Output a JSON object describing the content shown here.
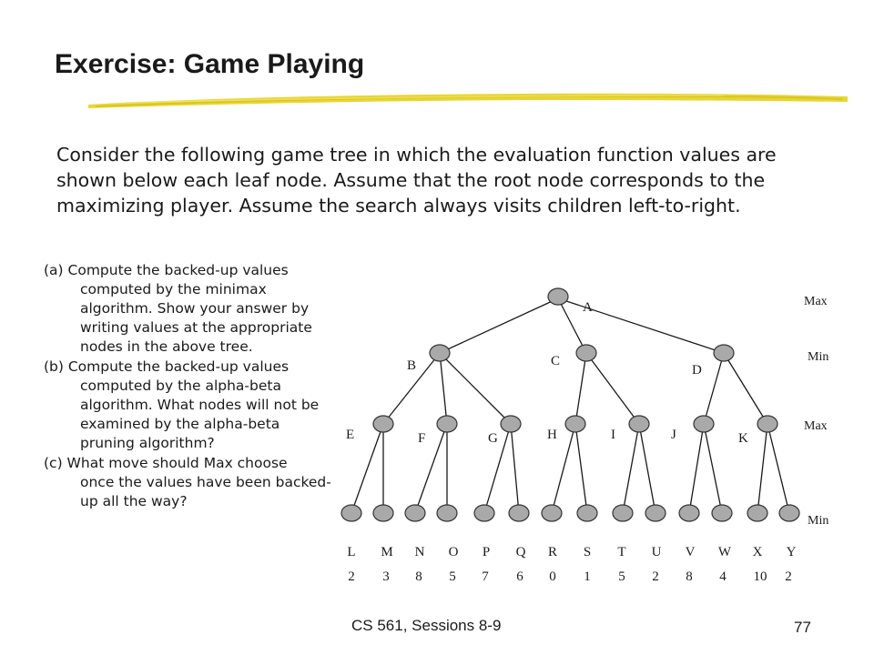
{
  "title": "Exercise: Game Playing",
  "intro": "Consider the following game tree in which the evaluation function values are shown below each leaf node.  Assume that the root node corresponds to the maximizing player.  Assume the search always visits children left-to-right.",
  "questions": [
    {
      "first": "(a) Compute the backed-up values",
      "rest": "computed by the minimax algorithm.  Show your answer by writing values at the appropriate nodes in the above tree."
    },
    {
      "first": "(b) Compute the backed-up values",
      "rest": "computed by the alpha-beta algorithm.  What nodes will not be examined by the alpha-beta pruning algorithm?"
    },
    {
      "first": "(c) What move should Max choose",
      "rest": "once the values have been backed-up all the way?"
    }
  ],
  "tree": {
    "levels": [
      "Max",
      "Min",
      "Max",
      "Min"
    ],
    "root": "A",
    "min_nodes": [
      "B",
      "C",
      "D"
    ],
    "max_nodes": [
      "E",
      "F",
      "G",
      "H",
      "I",
      "J",
      "K"
    ],
    "leaves": [
      {
        "label": "L",
        "value": "2"
      },
      {
        "label": "M",
        "value": "3"
      },
      {
        "label": "N",
        "value": "8"
      },
      {
        "label": "O",
        "value": "5"
      },
      {
        "label": "P",
        "value": "7"
      },
      {
        "label": "Q",
        "value": "6"
      },
      {
        "label": "R",
        "value": "0"
      },
      {
        "label": "S",
        "value": "1"
      },
      {
        "label": "T",
        "value": "5"
      },
      {
        "label": "U",
        "value": "2"
      },
      {
        "label": "V",
        "value": "8"
      },
      {
        "label": "W",
        "value": "4"
      },
      {
        "label": "X",
        "value": "10"
      },
      {
        "label": "Y",
        "value": "2"
      }
    ]
  },
  "footer": {
    "course": "CS 561,  Sessions 8-9",
    "page": "77"
  },
  "colors": {
    "node_fill": "#a9a9a9",
    "node_stroke": "#333333",
    "highlighter": "#e5d21f"
  }
}
